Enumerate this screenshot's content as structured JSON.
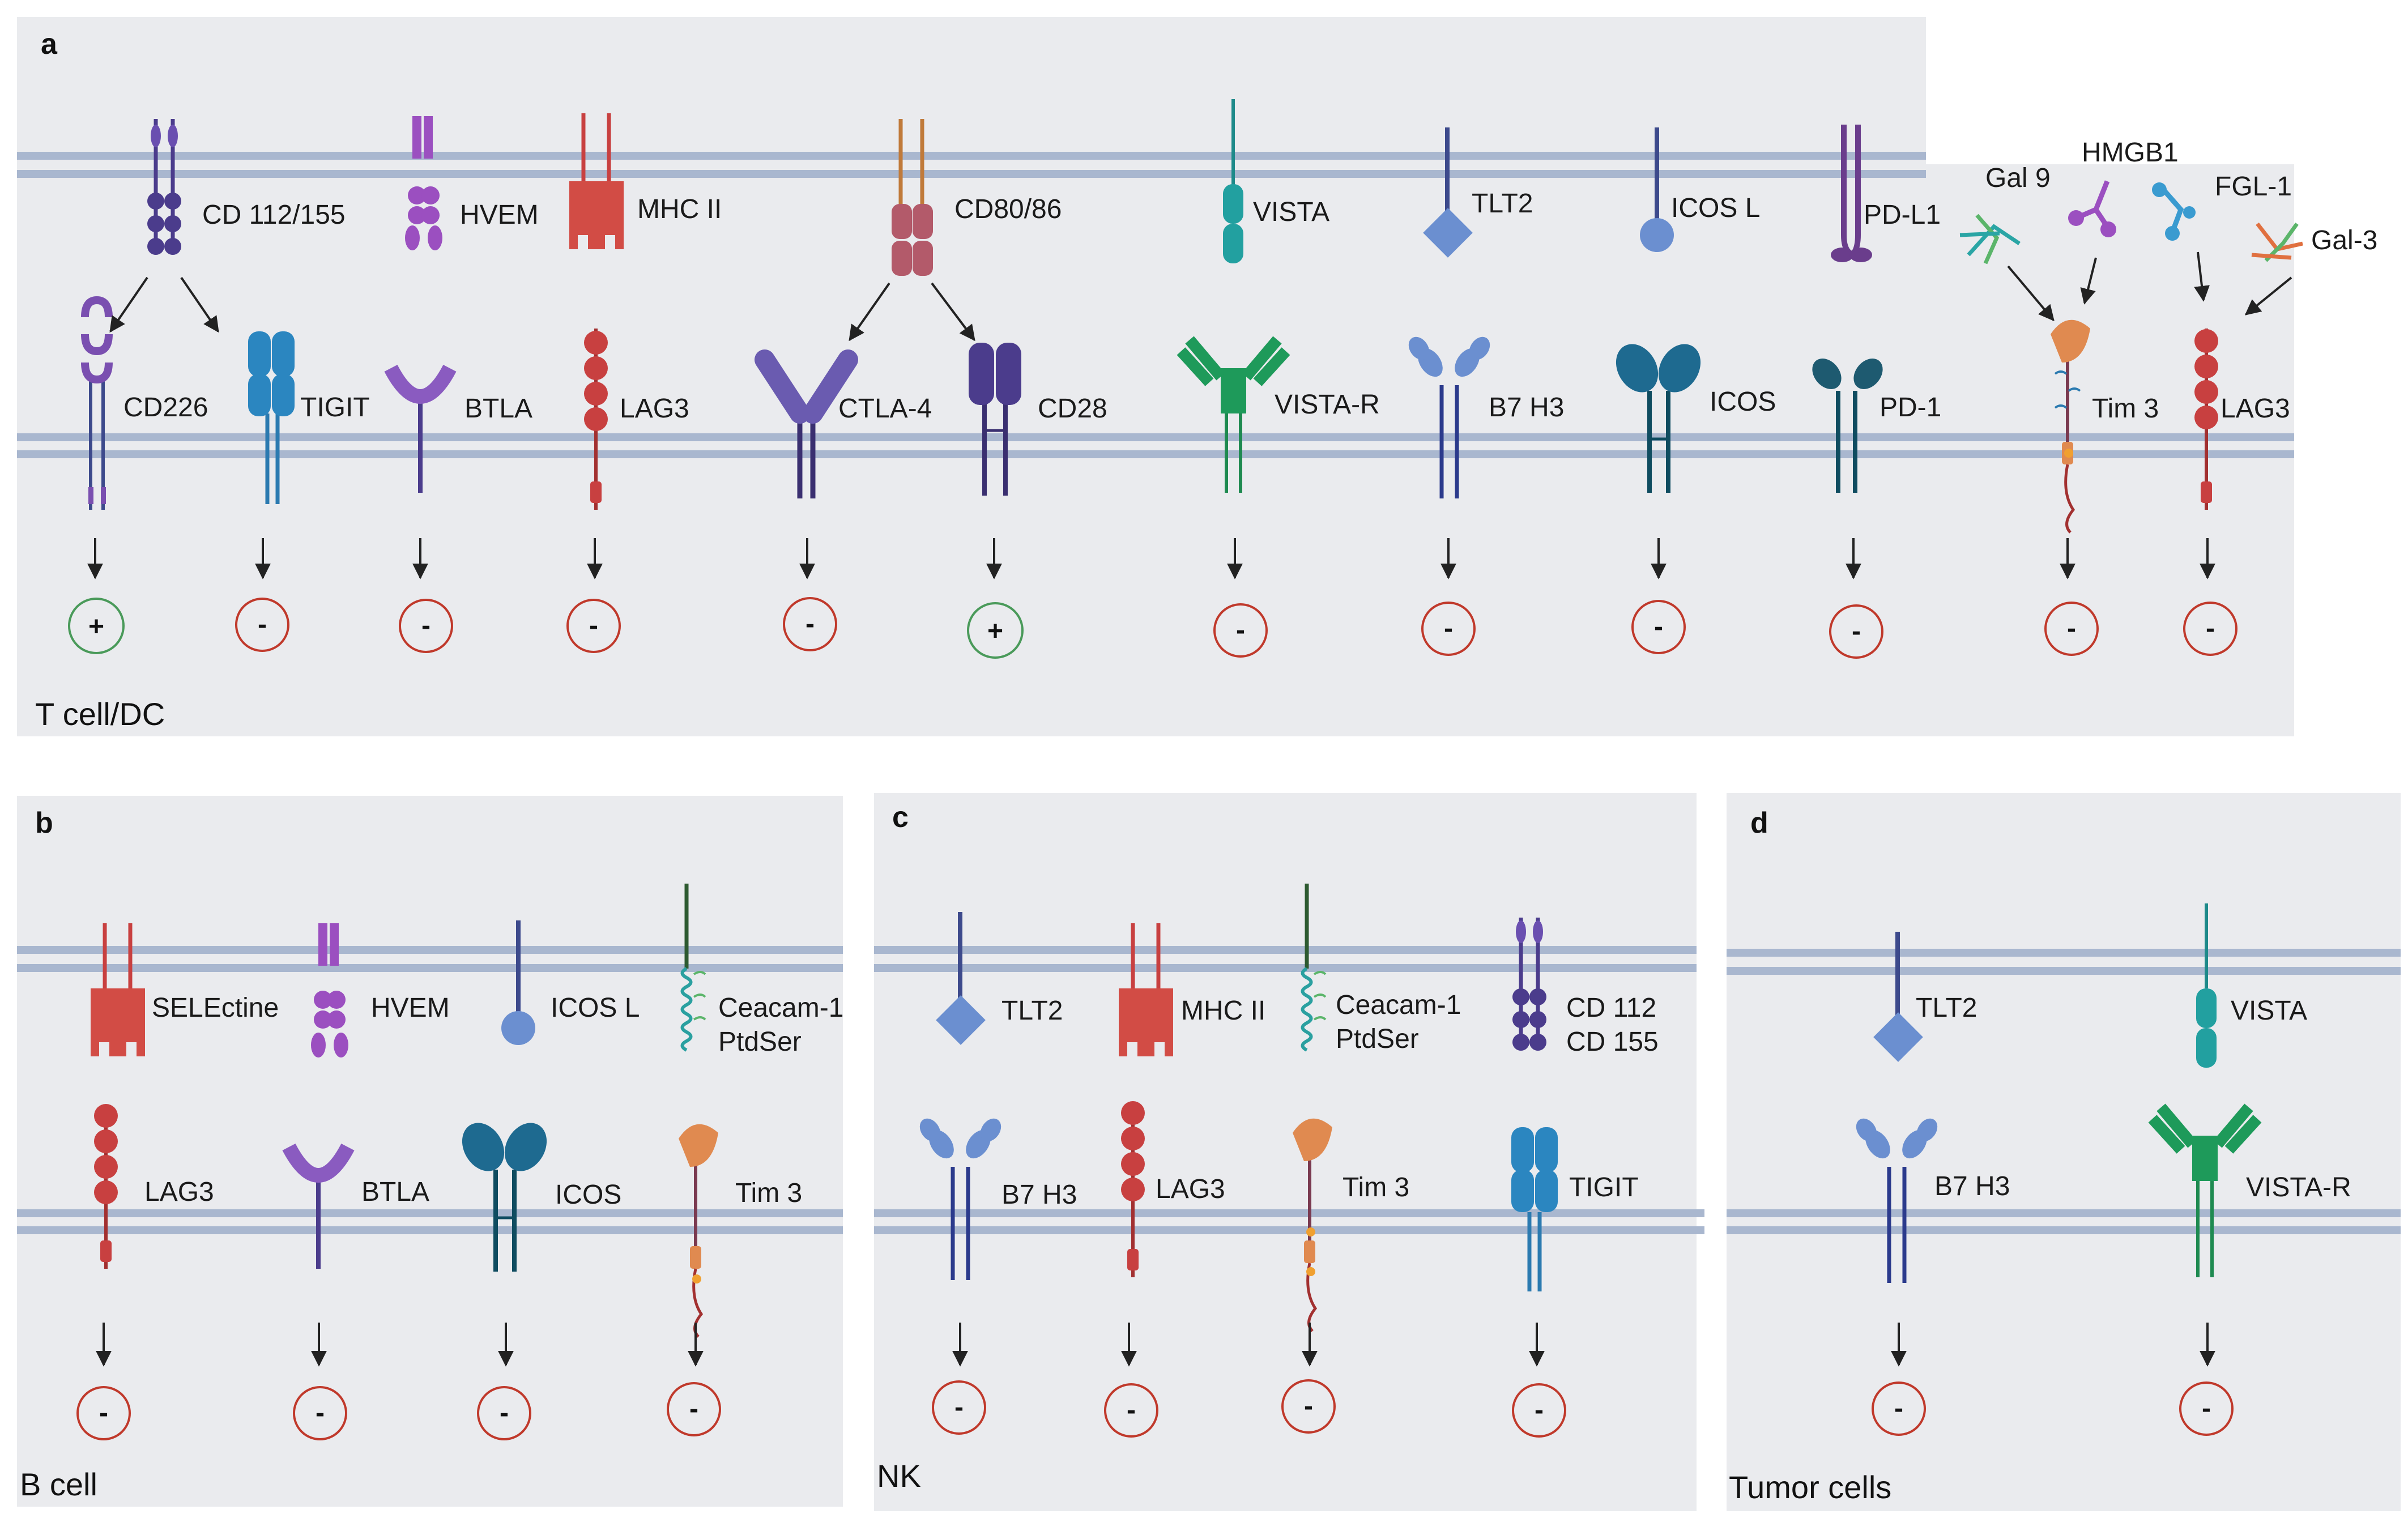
{
  "panels": {
    "a": {
      "letter": "a",
      "cell_label": "T cell/DC",
      "ligands": [
        "CD 112/155",
        "HVEM",
        "MHC II",
        "CD80/86",
        "VISTA",
        "TLT2",
        "ICOS L",
        "PD-L1"
      ],
      "soluble_ligands": [
        "Gal 9",
        "HMGB1",
        "FGL-1",
        "Gal-3"
      ],
      "receptors": [
        "CD226",
        "TIGIT",
        "BTLA",
        "LAG3",
        "CTLA-4",
        "CD28",
        "VISTA-R",
        "B7 H3",
        "ICOS",
        "PD-1",
        "Tim 3",
        "LAG3"
      ],
      "signals": [
        "+",
        "-",
        "-",
        "-",
        "-",
        "+",
        "-",
        "-",
        "-",
        "-",
        "-",
        "-"
      ]
    },
    "b": {
      "letter": "b",
      "cell_label": "B cell",
      "ligands": [
        "SELEctine",
        "HVEM",
        "ICOS L",
        "Ceacam-1",
        "PtdSer"
      ],
      "receptors": [
        "LAG3",
        "BTLA",
        "ICOS",
        "Tim 3"
      ],
      "signals": [
        "-",
        "-",
        "-",
        "-"
      ]
    },
    "c": {
      "letter": "c",
      "cell_label": "NK",
      "ligands": [
        "TLT2",
        "MHC II",
        "Ceacam-1",
        "PtdSer",
        "CD 112",
        "CD 155"
      ],
      "receptors": [
        "B7 H3",
        "LAG3",
        "Tim 3",
        "TIGIT"
      ],
      "signals": [
        "-",
        "-",
        "-",
        "-"
      ]
    },
    "d": {
      "letter": "d",
      "cell_label": "Tumor cells",
      "ligands": [
        "TLT2",
        "VISTA"
      ],
      "receptors": [
        "B7 H3",
        "VISTA-R"
      ],
      "signals": [
        "-",
        "-"
      ]
    }
  },
  "colors": {
    "panel_bg": "#eaebee",
    "membrane": "#a9b7cf",
    "positive": "#4a9a5a",
    "negative": "#c0392b"
  }
}
